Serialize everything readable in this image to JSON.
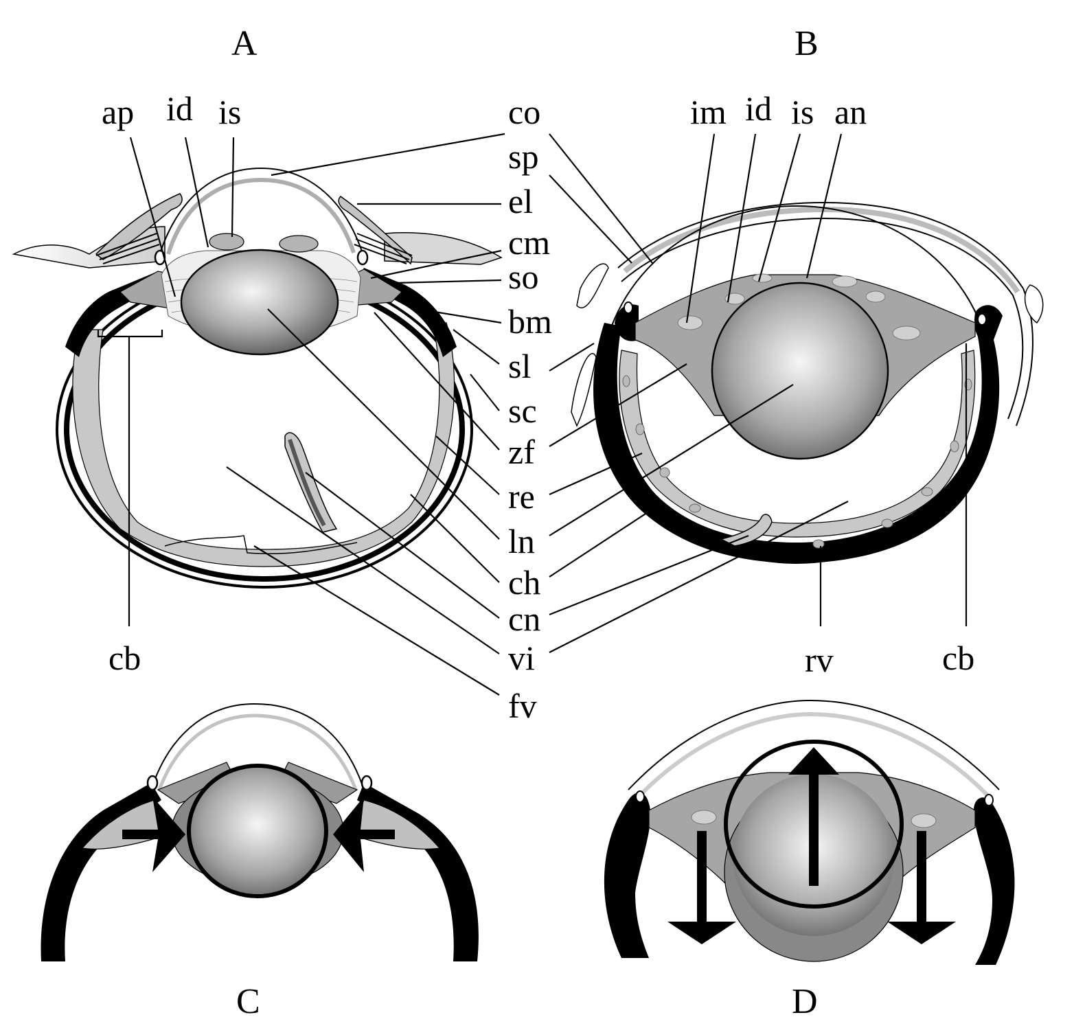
{
  "panels": {
    "a": "A",
    "b": "B",
    "c": "C",
    "d": "D"
  },
  "labels": {
    "ap": "ap",
    "id_a": "id",
    "is_a": "is",
    "co": "co",
    "sp": "sp",
    "el": "el",
    "cm": "cm",
    "so": "so",
    "bm": "bm",
    "sl": "sl",
    "sc": "sc",
    "zf": "zf",
    "re": "re",
    "ln": "ln",
    "ch": "ch",
    "cn": "cn",
    "vi": "vi",
    "fv": "fv",
    "cb_a": "cb",
    "im": "im",
    "id_b": "id",
    "is_b": "is",
    "an": "an",
    "rv": "rv",
    "cb_b": "cb"
  },
  "colors": {
    "ink": "#000000",
    "tissue_gray": "#a8a8a8",
    "retina_gray": "#c8c8c8",
    "lens_light": "#f4f4f4",
    "lens_dark": "#6a6a6a"
  }
}
